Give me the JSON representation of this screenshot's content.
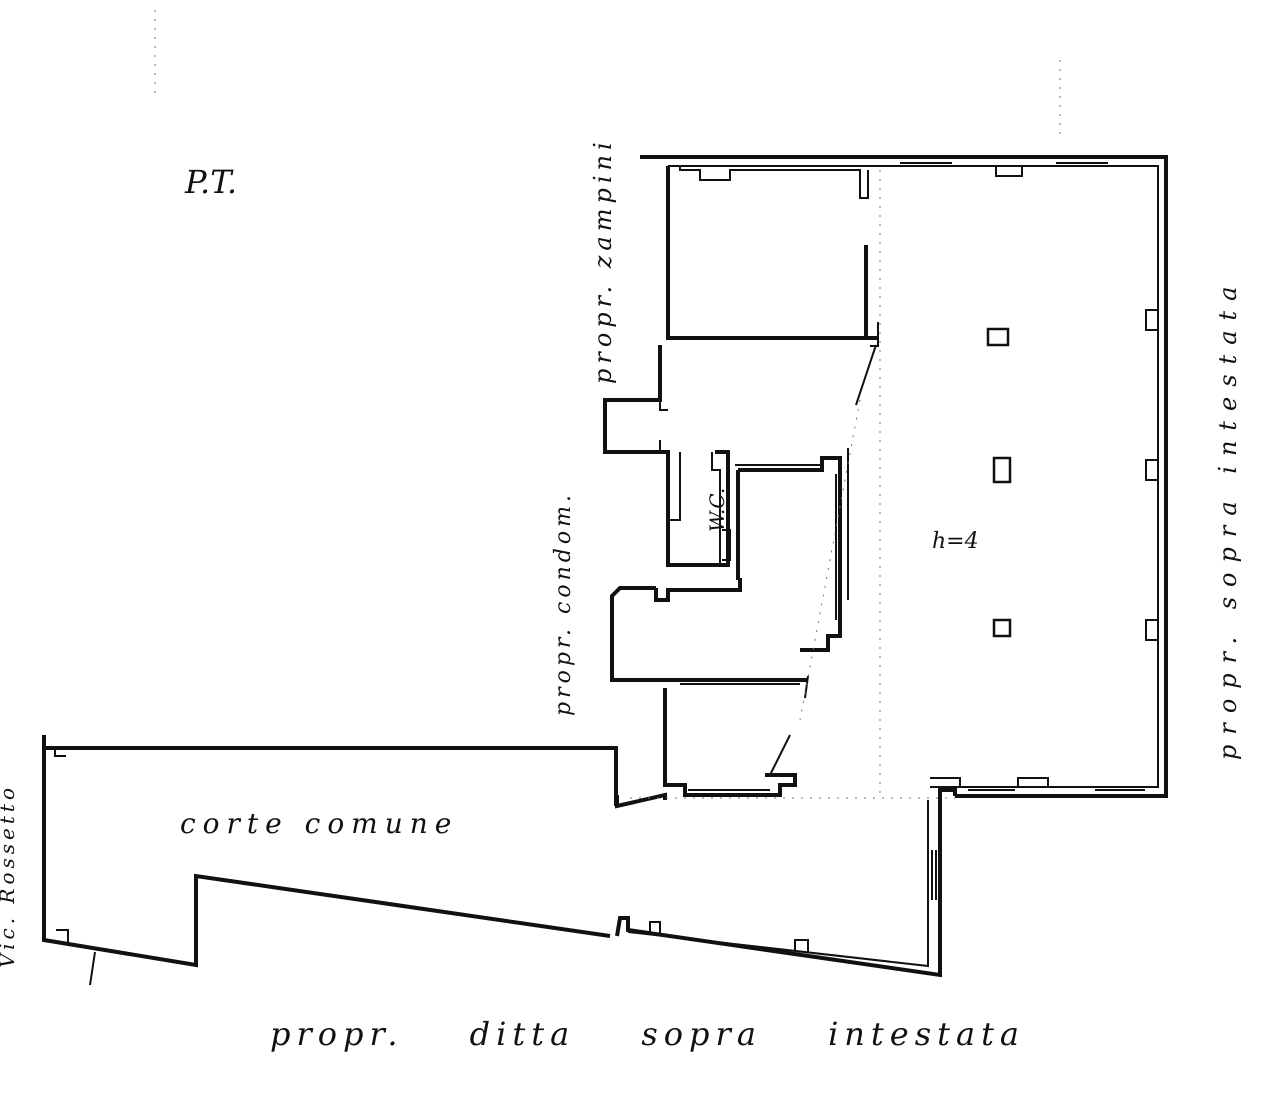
{
  "plan": {
    "floor_label": "P.T.",
    "height_label": "h=4",
    "wc_label": "W.C.",
    "court_label": "corte comune",
    "neighbor_top_label": "propr. zampini",
    "neighbor_left_label": "propr. condom.",
    "neighbor_right_label": "propr. sopra intestata",
    "street_label": "Vic. Rossetto",
    "bottom_label": "propr. ditta sopra intestata"
  }
}
